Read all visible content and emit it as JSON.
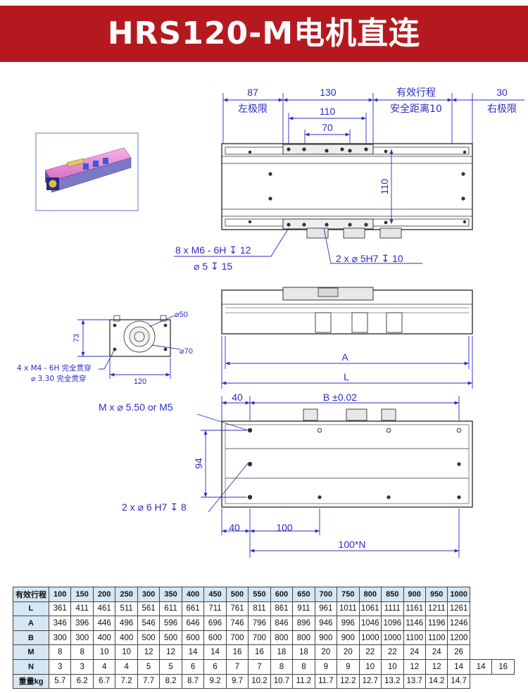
{
  "header": {
    "title": "HRS120-M电机直连"
  },
  "drawing": {
    "top_dims": {
      "left_limit_value": "87",
      "left_limit_label": "左极限",
      "carriage_value": "130",
      "hole_span_110": "110",
      "hole_span_70": "70",
      "stroke_label": "有效行程",
      "safety_label": "安全距离10",
      "right_limit_value": "30",
      "right_limit_label": "右极限",
      "vertical_110": "110"
    },
    "callouts": {
      "tapped_holes_1": "8 x  M6 - 6H ↧ 12",
      "tapped_holes_2": "⌀  5 ↧ 15",
      "pin_holes": "2 x  ⌀  5H7 ↧ 10"
    },
    "end_view": {
      "height": "73",
      "width": "120",
      "dia_50": "⌀50",
      "dia_70": "⌀70",
      "holes_1": "4 x  M4 - 6H 完全贯穿",
      "holes_2": "⌀  3.30 完全贯穿"
    },
    "side_view": {
      "dim_a": "A",
      "dim_l": "L"
    },
    "bottom_view": {
      "mount_holes": "M x  ⌀  5.50 or M5",
      "offset_40_top": "40",
      "b_tol": "B ±0.02",
      "height_94": "94",
      "pin_holes": "2 x  ⌀  6 H7 ↧  8",
      "offset_40_bottom": "40",
      "pitch_100": "100",
      "pitch_n": "100*N"
    }
  },
  "spec_table": {
    "columns": [
      "有效行程",
      "100",
      "150",
      "200",
      "250",
      "300",
      "350",
      "400",
      "450",
      "500",
      "550",
      "600",
      "650",
      "700",
      "750",
      "800",
      "850",
      "900",
      "950",
      "1000"
    ],
    "rows": [
      {
        "label": "L",
        "values": [
          "361",
          "411",
          "461",
          "511",
          "561",
          "611",
          "661",
          "711",
          "761",
          "811",
          "861",
          "911",
          "961",
          "1011",
          "1061",
          "1111",
          "1161",
          "1211",
          "1261"
        ]
      },
      {
        "label": "A",
        "values": [
          "346",
          "396",
          "446",
          "496",
          "546",
          "596",
          "646",
          "696",
          "746",
          "796",
          "846",
          "896",
          "946",
          "996",
          "1046",
          "1096",
          "1146",
          "1196",
          "1246"
        ]
      },
      {
        "label": "B",
        "values": [
          "300",
          "300",
          "400",
          "400",
          "500",
          "500",
          "600",
          "600",
          "700",
          "700",
          "800",
          "800",
          "900",
          "900",
          "1000",
          "1000",
          "1100",
          "1100",
          "1200"
        ]
      },
      {
        "label": "M",
        "values": [
          "8",
          "8",
          "10",
          "10",
          "12",
          "12",
          "14",
          "14",
          "16",
          "16",
          "18",
          "18",
          "20",
          "20",
          "22",
          "22",
          "24",
          "24",
          "26"
        ]
      },
      {
        "label": "N",
        "values": [
          "3",
          "3",
          "4",
          "4",
          "5",
          "5",
          "6",
          "6",
          "7",
          "7",
          "8",
          "8",
          "9",
          "9",
          "10",
          "10",
          "12",
          "12",
          "14",
          "14",
          "16"
        ]
      },
      {
        "label": "重量kg",
        "values": [
          "5.7",
          "6.2",
          "6.7",
          "7.2",
          "7.7",
          "8.2",
          "8.7",
          "9.2",
          "9.7",
          "10.2",
          "10.7",
          "11.2",
          "11.7",
          "12.2",
          "12.7",
          "13.2",
          "13.7",
          "14.2",
          "14.7"
        ]
      }
    ]
  }
}
